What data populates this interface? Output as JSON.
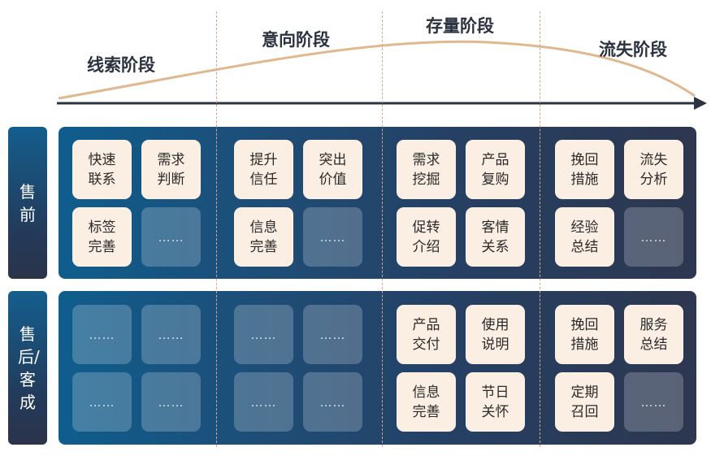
{
  "stages": [
    "线索阶段",
    "意向阶段",
    "存量阶段",
    "流失阶段"
  ],
  "rows": [
    "售前",
    "售后/客成"
  ],
  "cards": {
    "pre": [
      [
        "快速联系",
        "需求判断",
        "标签完善",
        "……"
      ],
      [
        "提升信任",
        "突出价值",
        "信息完善",
        "……"
      ],
      [
        "需求挖掘",
        "产品复购",
        "促转介绍",
        "客情关系"
      ],
      [
        "挽回措施",
        "流失分析",
        "经验总结",
        "……"
      ]
    ],
    "post": [
      [
        "……",
        "……",
        "……",
        "……"
      ],
      [
        "……",
        "……",
        "……",
        "……"
      ],
      [
        "产品交付",
        "使用说明",
        "信息完善",
        "节日关怀"
      ],
      [
        "挽回措施",
        "服务总结",
        "定期召回",
        "……"
      ]
    ]
  },
  "colors": {
    "curve": "#dfb890",
    "axis": "#2b3340",
    "card": "#fbeee3",
    "band_start": "#0f5d8d",
    "band_end": "#2d374f",
    "divider": "#d9a48a"
  },
  "icons": [
    "axis-arrow-icon"
  ]
}
